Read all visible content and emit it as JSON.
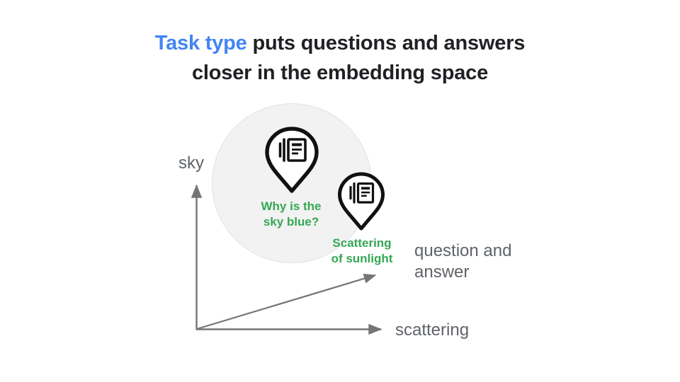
{
  "title": {
    "accent_text": "Task type",
    "rest_line1": " puts questions and answers",
    "line2": "closer in the embedding space",
    "accent_color": "#4285F4",
    "text_color": "#202124"
  },
  "diagram": {
    "cluster_circle": {
      "name": "embedding-cluster-highlight",
      "fill": "#F2F2F2",
      "stroke": "#E2E2E6"
    },
    "axes": [
      {
        "id": "sky",
        "label": "sky",
        "orientation": "vertical",
        "color": "#757575"
      },
      {
        "id": "scattering",
        "label": "scattering",
        "orientation": "horizontal",
        "color": "#757575"
      },
      {
        "id": "qa",
        "label": "question and\nanswer",
        "orientation": "diagonal",
        "color": "#757575"
      }
    ],
    "points": [
      {
        "id": "question",
        "icon": "article-pin-icon",
        "label": "Why is the\nsky blue?",
        "label_color": "#34A853",
        "inside_cluster": true
      },
      {
        "id": "answer",
        "icon": "article-pin-icon",
        "label": "Scattering\nof sunlight",
        "label_color": "#34A853",
        "inside_cluster": false
      }
    ]
  }
}
